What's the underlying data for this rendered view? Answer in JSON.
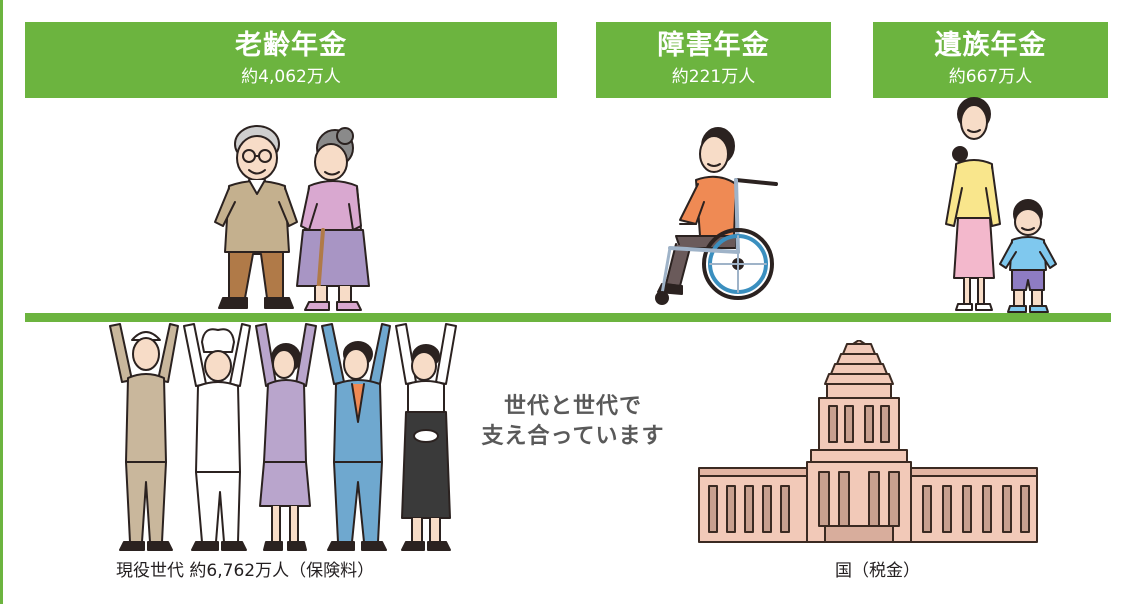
{
  "colors": {
    "accent_green": "#6cb43f",
    "text_gray": "#595959",
    "text_dark": "#231f20",
    "building_fill": "#f2c9b8",
    "building_line": "#3b2a22"
  },
  "recipients": [
    {
      "title": "老齢年金",
      "count": "約4,062万人"
    },
    {
      "title": "障害年金",
      "count": "約221万人"
    },
    {
      "title": "遺族年金",
      "count": "約667万人"
    }
  ],
  "message": {
    "line1": "世代と世代で",
    "line2": "支え合っています"
  },
  "captions": {
    "workers": "現役世代 約6,762万人（保険料）",
    "nation": "国（税金）"
  },
  "illustrations": {
    "elderly_couple": "elderly-couple-illustration",
    "wheelchair_user": "wheelchair-user-illustration",
    "mother_child": "mother-and-child-illustration",
    "working_generation": "working-generation-illustration",
    "diet_building": "national-diet-building-illustration"
  }
}
